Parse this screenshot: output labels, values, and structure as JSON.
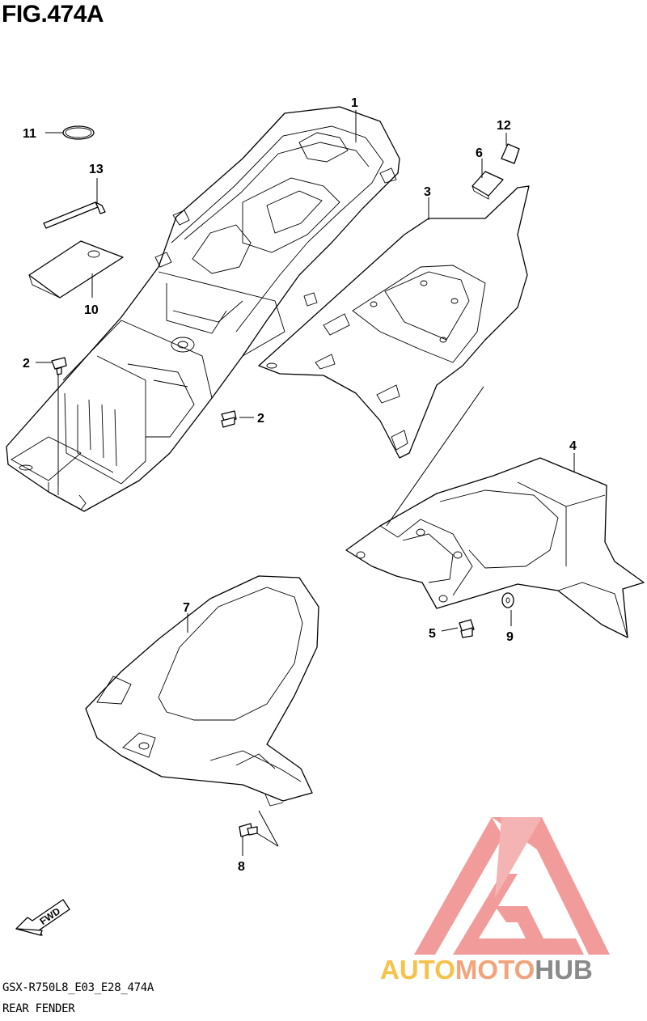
{
  "figure": {
    "title": "FIG.474A",
    "code": "GSX-R750L8_E03_E28_474A",
    "name": "REAR FENDER"
  },
  "direction_badge": {
    "label": "FWD"
  },
  "watermark": {
    "label_part1": "AUTO",
    "label_part2": "MOTO",
    "label_part3": "HUB",
    "colors": {
      "logo_red": "#f08a8a",
      "auto": "#f6c24a",
      "moto": "#f2a37a",
      "hub": "#8a8a8a"
    }
  },
  "callouts": [
    {
      "id": "1",
      "label": "1"
    },
    {
      "id": "2a",
      "label": "2"
    },
    {
      "id": "2b",
      "label": "2"
    },
    {
      "id": "3",
      "label": "3"
    },
    {
      "id": "4",
      "label": "4"
    },
    {
      "id": "5",
      "label": "5"
    },
    {
      "id": "6",
      "label": "6"
    },
    {
      "id": "7",
      "label": "7"
    },
    {
      "id": "8",
      "label": "8"
    },
    {
      "id": "9",
      "label": "9"
    },
    {
      "id": "10",
      "label": "10"
    },
    {
      "id": "11",
      "label": "11"
    },
    {
      "id": "12",
      "label": "12"
    },
    {
      "id": "13",
      "label": "13"
    }
  ]
}
